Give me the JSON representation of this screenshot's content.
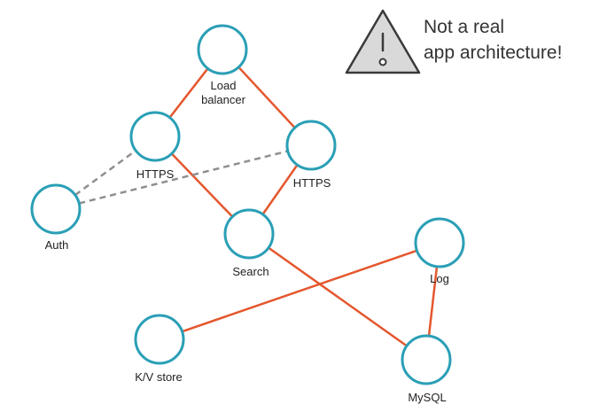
{
  "notice": {
    "icon": "warning-triangle-icon",
    "lines": [
      "Not a real",
      "app architecture!"
    ]
  },
  "colors": {
    "node_stroke": "#2a9fb6",
    "edge_solid": "#e4572e",
    "edge_dashed": "#8f8f8f"
  },
  "nodes": {
    "load_balancer": {
      "label_lines": [
        "Load",
        "balancer"
      ]
    },
    "https_left": {
      "label_lines": [
        "HTTPS"
      ]
    },
    "https_right": {
      "label_lines": [
        "HTTPS"
      ]
    },
    "auth": {
      "label_lines": [
        "Auth"
      ]
    },
    "search": {
      "label_lines": [
        "Search"
      ]
    },
    "log": {
      "label_lines": [
        "Log"
      ]
    },
    "kv_store": {
      "label_lines": [
        "K/V store"
      ]
    },
    "mysql": {
      "label_lines": [
        "MySQL"
      ]
    }
  },
  "edges": [
    {
      "from": "load_balancer",
      "to": "https_left",
      "style": "solid"
    },
    {
      "from": "load_balancer",
      "to": "https_right",
      "style": "solid"
    },
    {
      "from": "https_left",
      "to": "search",
      "style": "solid"
    },
    {
      "from": "https_right",
      "to": "search",
      "style": "solid"
    },
    {
      "from": "auth",
      "to": "https_left",
      "style": "dashed"
    },
    {
      "from": "auth",
      "to": "https_right",
      "style": "dashed"
    },
    {
      "from": "search",
      "to": "mysql",
      "style": "solid"
    },
    {
      "from": "kv_store",
      "to": "log",
      "style": "solid"
    },
    {
      "from": "log",
      "to": "mysql",
      "style": "solid"
    }
  ]
}
